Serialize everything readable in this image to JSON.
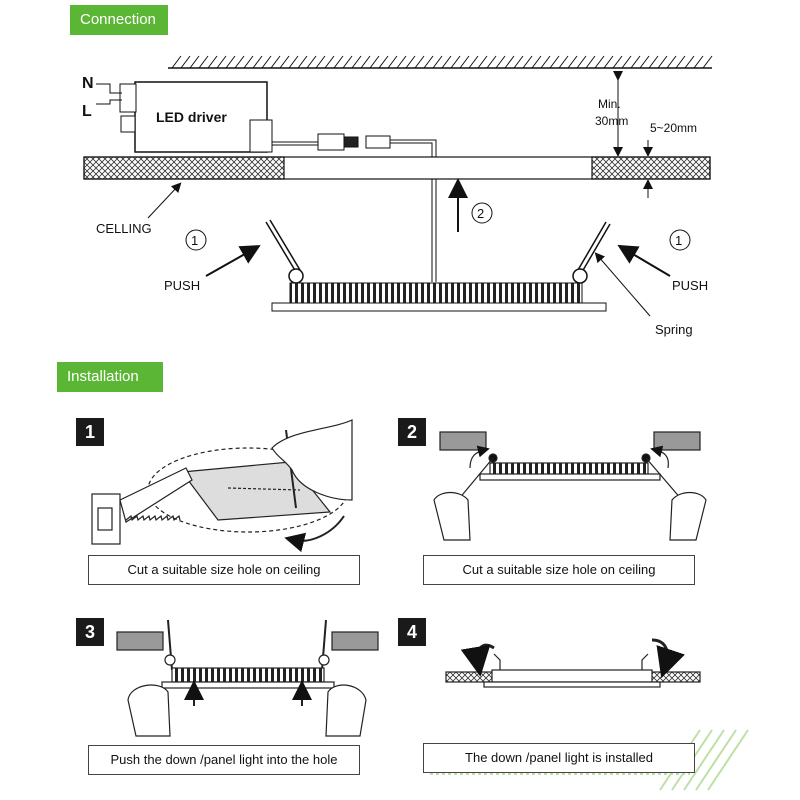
{
  "sections": {
    "connection": "Connection",
    "installation": "Installation"
  },
  "connection": {
    "n_label": "N",
    "l_label": "L",
    "driver_label": "LED driver",
    "min_label": "Min.",
    "min_value": "30mm",
    "thickness": "5~20mm",
    "ceiling": "CELLING",
    "circle1": "1",
    "circle2": "2",
    "push": "PUSH",
    "spring": "Spring"
  },
  "steps": [
    {
      "num": "1",
      "caption": "Cut a suitable size hole on ceiling"
    },
    {
      "num": "2",
      "caption": "Cut a suitable size hole on ceiling"
    },
    {
      "num": "3",
      "caption": "Push the down /panel light  into the hole"
    },
    {
      "num": "4",
      "caption": "The down /panel light is installed"
    }
  ],
  "colors": {
    "accent": "#5cb636",
    "hatch": "#333333",
    "block": "#999999"
  }
}
